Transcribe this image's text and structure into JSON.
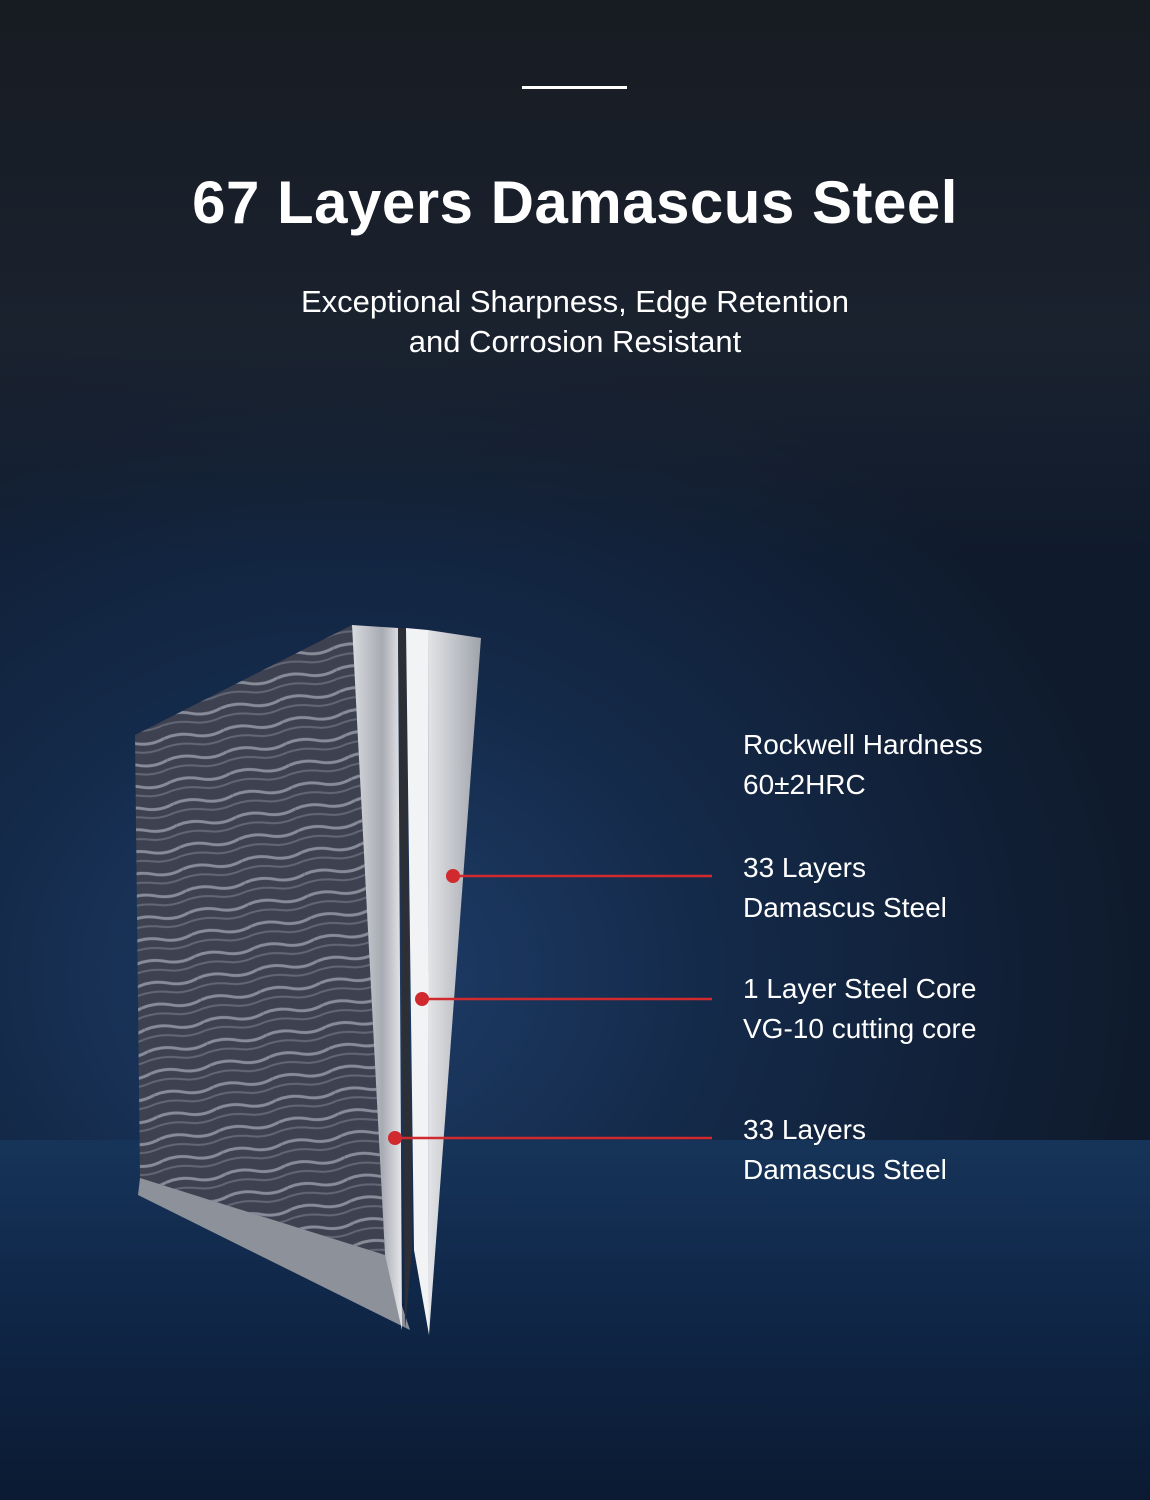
{
  "header": {
    "title": "67 Layers Damascus Steel",
    "subtitle_lines": [
      "Exceptional Sharpness, Edge Retention",
      "and Corrosion Resistant"
    ]
  },
  "callouts": [
    {
      "lines": [
        "Rockwell Hardness",
        "60±2HRC"
      ]
    },
    {
      "lines": [
        "33 Layers",
        "Damascus Steel"
      ]
    },
    {
      "lines": [
        "1 Layer Steel Core",
        "VG-10 cutting core"
      ]
    },
    {
      "lines": [
        "33 Layers",
        "Damascus Steel"
      ]
    }
  ],
  "colors": {
    "accent": "#d02a2e",
    "text": "#ffffff"
  }
}
